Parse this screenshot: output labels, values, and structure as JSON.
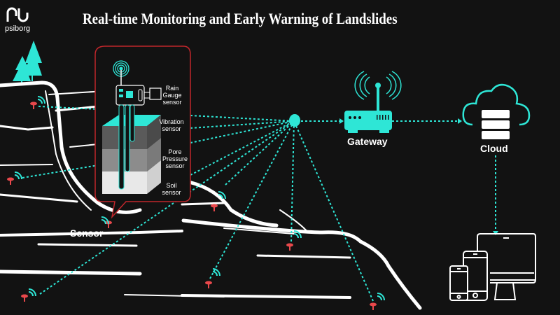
{
  "title": "Real-time Monitoring and Early Warning of Landslides",
  "logo": {
    "mark": "pb",
    "text": "psiborg"
  },
  "sensor_callout": {
    "labels": {
      "rain_gauge": "Rain Gauge sensor",
      "vibration": "Vibration sensor",
      "pore_pressure": "Pore Pressure sensor",
      "soil": "Soil sensor"
    }
  },
  "nodes": {
    "sensor": "Sensor",
    "gateway": "Gateway",
    "cloud": "Cloud"
  },
  "icons": [
    "tree-icon",
    "sensor-pin-icon",
    "wifi-signal-icon",
    "router-icon",
    "cloud-icon",
    "database-icon",
    "phone-icon",
    "tablet-icon",
    "monitor-icon"
  ],
  "colors": {
    "background": "#121212",
    "accent_teal": "#2ee6d6",
    "sensor_red": "#e8484b",
    "callout_border": "#c0262b",
    "ground": "#ffffff"
  }
}
